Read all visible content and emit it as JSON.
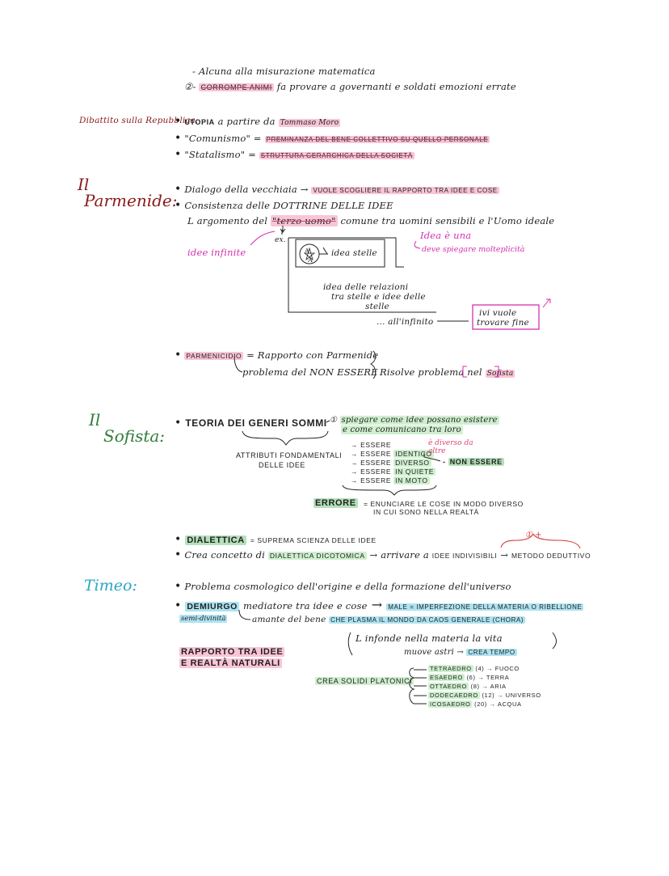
{
  "rep": {
    "line1": "- Alcuna alla misurazione matematica",
    "line2_num": "②-",
    "line2_hl": "CORROMPE ANIMI",
    "line2_rest": "fa provare a governanti e soldati emozioni errate",
    "side": "Dibattito sulla Repubblica:",
    "utopia": "UTOPIA",
    "utopia_rest": "a partire da",
    "moro": "Tommaso Moro",
    "com_label": "\"Comunismo\" =",
    "com_hl": "PREMINANZA DEL BENE COLLETTIVO SU QUELLO PERSONALE",
    "stat_label": "\"Statalismo\" =",
    "stat_hl": "STRUTTURA GERARCHICA DELLA SOCIETÀ"
  },
  "parm": {
    "title1": "Il",
    "title2": "Parmenide:",
    "b1": "Dialogo della vecchiaia",
    "b1_hl": "VUOLE SCOGLIERE IL RAPPORTO TRA IDEE e COSE",
    "b2": "Consistenza delle DOTTRINE DELLE IDEE",
    "arg_pre": "L argomento del",
    "terzo": "\"terzo uomo\"",
    "arg_post": "comune tra uomini sensibili e l'Uomo ideale",
    "idee_inf": "idee infinite",
    "idea_una": "Idea è una",
    "deve": "deve spiegare molteplicità",
    "ex": "ex.",
    "star1": "A",
    "star2": "A",
    "idea_stelle": "idea stelle",
    "idea_rel1": "idea delle relazioni",
    "idea_rel2": "tra stelle e idee delle",
    "idea_rel3": "stelle",
    "infinito": "... all'infinito",
    "trovare1": "ivi vuole",
    "trovare2": "trovare fine",
    "parmenicidio": "PARMENICIDIO",
    "parm_rest": "= Rapporto con Parmenide",
    "nonessere": "problema del NON ESSERE",
    "risolve": "Risolve problema nel",
    "sofista_ref": "Sofista"
  },
  "sof": {
    "title1": "Il",
    "title2": "Sofista:",
    "teoria": "TEORIA DEI GENERI SOMMI",
    "spiega_num": "①",
    "spiega1": "spiegare come idee possano esistere",
    "spiega2": "e come comunicano tra loro",
    "attr1": "ATTRIBUTI FONDAMENTALI",
    "attr2": "DELLE IDEE",
    "g1": "ESSERE",
    "g2": "ESSERE",
    "g2_hl": "IDENTICO",
    "g3": "ESSERE",
    "g3_hl": "DIVERSO",
    "g4": "ESSERE",
    "g4_hl": "IN QUIETE",
    "g5": "ESSERE",
    "g5_hl": "IN MOTO",
    "diverso_note": "è diverso da altre",
    "nonessere": "NON ESSERE",
    "errore": "ERRORE",
    "errore_def1": "= ENUNCIARE LE COSE IN MODO DIVERSO",
    "errore_def2": "IN CUI SONO NELLA REALTÀ",
    "dialettica": "DIALETTICA",
    "dial_rest": "= SUPREMA SCIENZA DELLE IDEE",
    "crea": "Crea concetto di",
    "dicotomica": "DIALETTICA DICOTOMICA",
    "arrivare": "arrivare a",
    "idee_indiv": "IDEE INDIVISIBILI",
    "metodo": "METODO DEDUTTIVO",
    "plus": "① +"
  },
  "tim": {
    "title": "Timeo:",
    "b1": "Problema cosmologico dell'origine e della formazione dell'universo",
    "demiurgo": "DEMIURGO",
    "med": "mediatore tra idee e cose",
    "male": "MALE = IMPERFEZIONE DELLA MATERIA o ribellione",
    "semi": "semi-divinità",
    "amante": "amante del bene",
    "plasma": "CHE PLASMA IL MONDO DA CAOS GENERALE (CHORA)",
    "infonde": "L infonde nella materia la vita",
    "muove": "muove astri",
    "crea_tempo": "CREA TEMPO",
    "rapp1": "RAPPORTO TRA IDEE",
    "rapp2": "E REALTÀ NATURALI",
    "solidi": "CREA SOLIDI PLATONICI",
    "solids": [
      {
        "name": "TETRAEDRO",
        "faces": "(4)",
        "el": "FUOCO"
      },
      {
        "name": "ESAEDRO",
        "faces": "(6)",
        "el": "TERRA"
      },
      {
        "name": "OTTAEDRO",
        "faces": "(8)",
        "el": "ARIA"
      },
      {
        "name": "DODECAEDRO",
        "faces": "(12)",
        "el": "UNIVERSO"
      },
      {
        "name": "ICOSAEDRO",
        "faces": "(20)",
        "el": "ACQUA"
      }
    ]
  }
}
